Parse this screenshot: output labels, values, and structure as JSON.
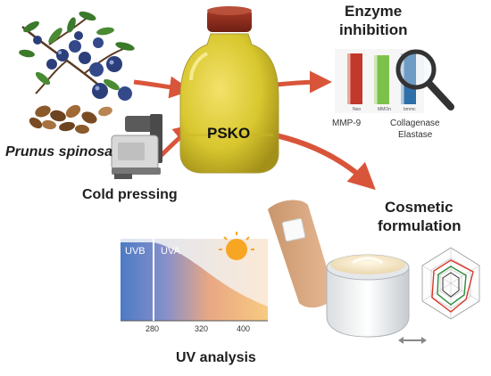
{
  "labels": {
    "source_plant": "Prunus spinosa",
    "extraction": "Cold pressing",
    "oil": "PSKO",
    "enzyme_line1": "Enzyme",
    "enzyme_line2": "inhibition",
    "cosmetic_line1": "Cosmetic",
    "cosmetic_line2": "formulation",
    "uv_analysis": "UV analysis"
  },
  "enzyme_chart": {
    "bars": [
      {
        "name": "MMP-9",
        "color": "#c0392b"
      },
      {
        "name": "Collagenase",
        "color": "#7cc24a"
      },
      {
        "name": "Elastase",
        "color": "#2f6fa8"
      }
    ],
    "tick_labels": [
      "Neo",
      "MMOn",
      "bmmc"
    ]
  },
  "uv_chart": {
    "regions": [
      "UVB",
      "UVA"
    ],
    "ticks": [
      "280",
      "320",
      "400"
    ]
  },
  "colors": {
    "arrow": "#d9553a",
    "oil": "#d8c72e",
    "cap": "#8f2a1c",
    "berry": "#2c3f7a",
    "leaf": "#3a7a2a",
    "uvb": "#3d6fbf",
    "uva": "#f0a25a"
  }
}
